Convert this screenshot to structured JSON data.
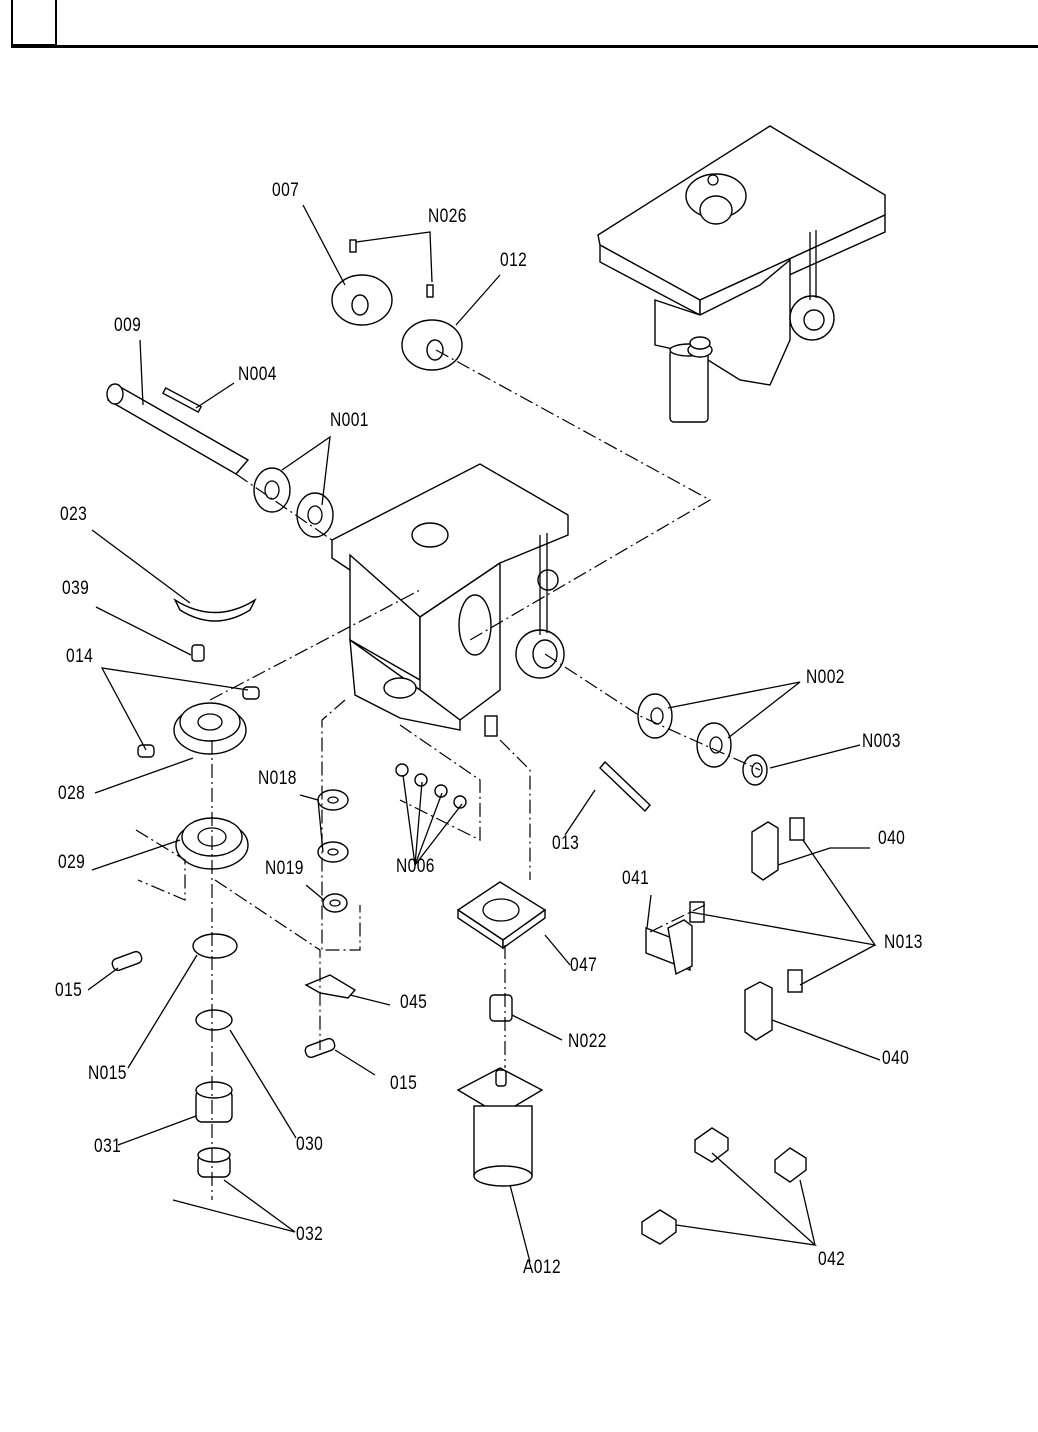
{
  "page": {
    "header_box_text": "",
    "header_title": ""
  },
  "diagram": {
    "type": "exploded-parts-diagram",
    "labels": {
      "p007": "007",
      "pN026": "N026",
      "p012": "012",
      "p009": "009",
      "pN004": "N004",
      "pN001": "N001",
      "p023": "023",
      "p039": "039",
      "p014": "014",
      "p028": "028",
      "p029": "029",
      "p015a": "015",
      "pN015": "N015",
      "p031": "031",
      "p030": "030",
      "p032": "032",
      "pN018": "N018",
      "pN019": "N019",
      "pN006": "N006",
      "p045": "045",
      "p015b": "015",
      "pN002": "N002",
      "pN003": "N003",
      "p013": "013",
      "p040a": "040",
      "p041": "041",
      "pN013": "N013",
      "p040b": "040",
      "p047": "047",
      "pN022": "N022",
      "pA012": "A012",
      "p042": "042"
    }
  }
}
